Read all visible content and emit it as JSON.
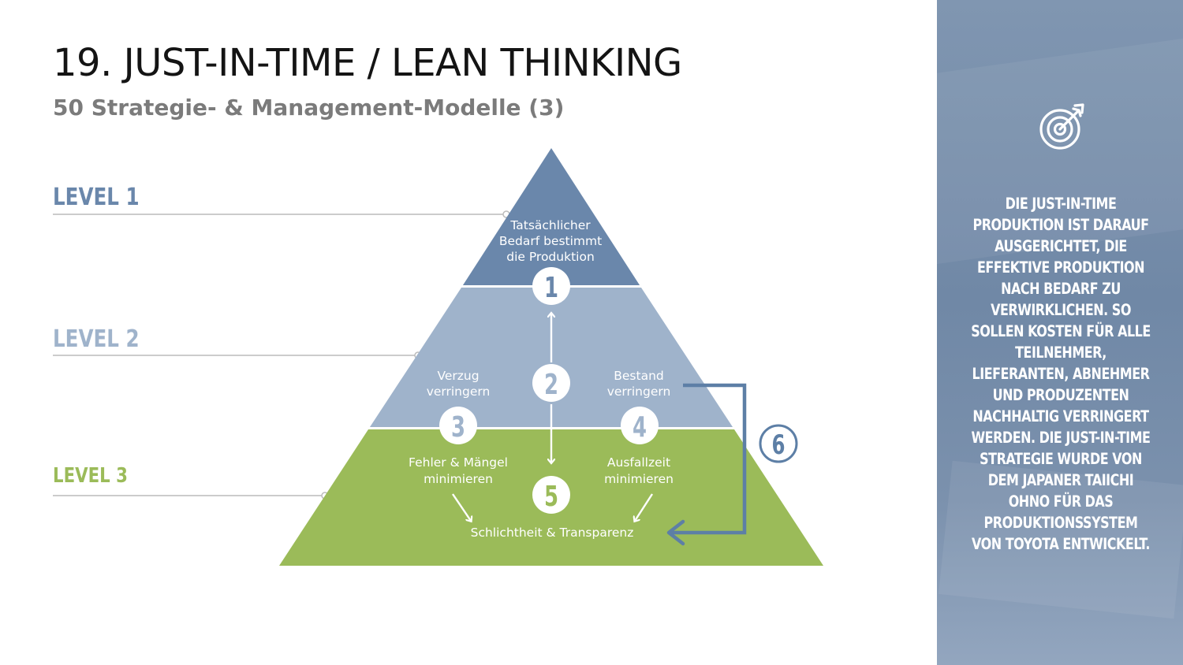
{
  "header": {
    "title": "19. JUST-IN-TIME / LEAN THINKING",
    "subtitle": "50 Strategie- & Management-Modelle (3)"
  },
  "levels": [
    {
      "label": "LEVEL 1",
      "color": "#6a87ab"
    },
    {
      "label": "LEVEL 2",
      "color": "#9fb3cb"
    },
    {
      "label": "LEVEL 3",
      "color": "#9bbb59"
    }
  ],
  "pyramid": {
    "tier1": {
      "lines": [
        "Tatsächlicher",
        "Bedarf bestimmt",
        "die Produktion"
      ],
      "color": "#6a87ab"
    },
    "tier2": {
      "left": [
        "Verzug",
        "verringern"
      ],
      "right": [
        "Bestand",
        "verringern"
      ],
      "color": "#9fb3cb"
    },
    "tier3": {
      "left": [
        "Fehler & Mängel",
        "minimieren"
      ],
      "right": [
        "Ausfallzeit",
        "minimieren"
      ],
      "bottom": "Schlichtheit & Transparenz",
      "color": "#9bbb59"
    }
  },
  "badges": [
    "1",
    "2",
    "3",
    "4",
    "5",
    "6"
  ],
  "sidebar": {
    "icon": "target-icon",
    "text": "Die Just-in-Time Produktion ist darauf ausgerichtet, die effektive Produktion nach Bedarf zu verwirklichen. So sollen Kosten für alle Teilnehmer,  Lieferanten, Abnehmer und Produzenten nachhaltig verringert werden. Die Just-in-Time Strategie wurde von dem Japaner Taiichi Ohno für das Produktionssystem von Toyota entwickelt."
  }
}
